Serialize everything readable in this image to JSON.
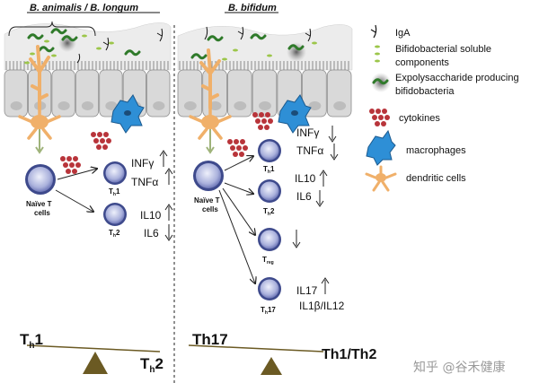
{
  "left_panel": {
    "title": "B. animalis / B. longum",
    "naive_label_line1": "Naïve T",
    "naive_label_line2": "cells",
    "th1_cytokines": [
      "INFγ",
      "TNFα"
    ],
    "th2_cytokines": [
      "IL10",
      "IL6"
    ],
    "balance_left_main": "T",
    "balance_left_sub": "h",
    "balance_left_num": "1",
    "balance_right_main": "T",
    "balance_right_sub": "h",
    "balance_right_num": "2"
  },
  "right_panel": {
    "title": "B. bifidum",
    "naive_label_line1": "Naïve T",
    "naive_label_line2": "cells",
    "th1_cytokines": [
      "INFγ",
      "TNFα"
    ],
    "th2_cytokines": [
      "IL10",
      "IL6"
    ],
    "th17_cytokines": [
      "IL17",
      "IL1β/IL12"
    ],
    "balance_left": "Th17",
    "balance_right": "Th1/Th2"
  },
  "cell_labels": {
    "th1_main": "T",
    "th1_sub": "h",
    "th1_num": "1",
    "th2_main": "T",
    "th2_sub": "h",
    "th2_num": "2",
    "treg_main": "T",
    "treg_sub": "reg",
    "th17_main": "T",
    "th17_sub": "h",
    "th17_num": "17"
  },
  "legend": [
    {
      "icon": "iga-icon",
      "label": "IgA"
    },
    {
      "icon": "soluble-components-icon",
      "label": "Bifidobacterial soluble components"
    },
    {
      "icon": "eps-bifidobacteria-icon",
      "label": "Expolysaccharide producing bifidobacteria"
    },
    {
      "icon": "cytokines-icon",
      "label": "cytokines"
    },
    {
      "icon": "macrophage-icon",
      "label": "macrophages"
    },
    {
      "icon": "dendritic-cell-icon",
      "label": "dendritic cells"
    }
  ],
  "watermark": "知乎 @谷禾健康",
  "colors": {
    "cytokine": "#b8343a",
    "macrophage": "#2e8fd6",
    "dendritic": "#f0b06a",
    "bacteria": "#2f7a2a",
    "tcell_fill": "#c3c8e8",
    "tcell_ring": "#3e4a8c",
    "balance": "#6b5a23",
    "epithelium": "#d9d9d9"
  }
}
